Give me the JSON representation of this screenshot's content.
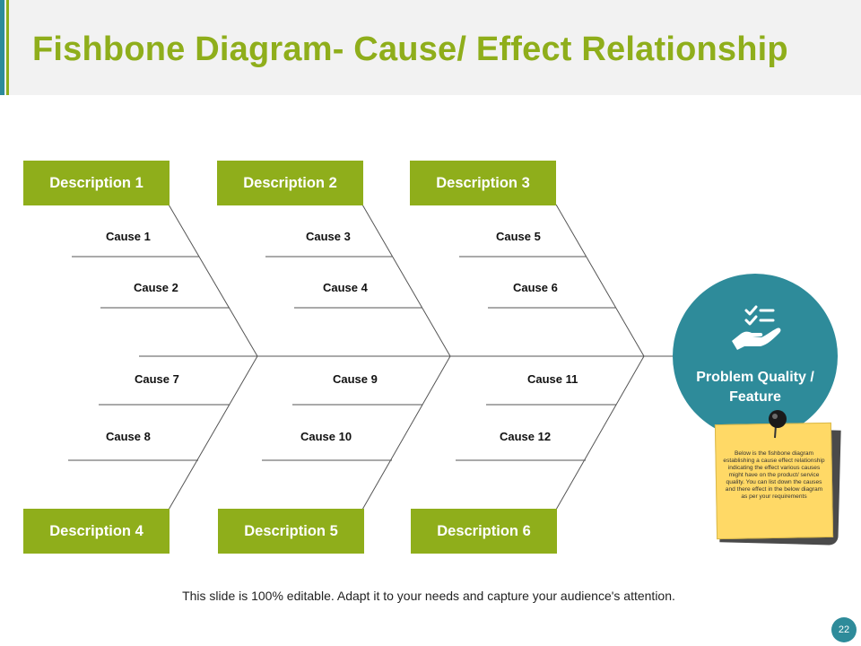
{
  "title": "Fishbone Diagram- Cause/ Effect Relationship",
  "colors": {
    "accent_green": "#8fae1b",
    "accent_teal": "#2e8b9a",
    "note_yellow": "#ffd966"
  },
  "descriptions": [
    "Description 1",
    "Description 2",
    "Description 3",
    "Description 4",
    "Description 5",
    "Description 6"
  ],
  "causes": [
    "Cause 1",
    "Cause 2",
    "Cause 3",
    "Cause 4",
    "Cause 5",
    "Cause 6",
    "Cause 7",
    "Cause 8",
    "Cause 9",
    "Cause 10",
    "Cause 11",
    "Cause 12"
  ],
  "problem": {
    "icon": "checklist-hand-icon",
    "label": "Problem Quality / Feature"
  },
  "note": {
    "icon": "push-pin-icon",
    "text": "Below is the fishbone diagram establishing a cause effect relationship indicating the effect various causes might have on the product/ service quality. You can list down the causes and there effect in the below diagram as per your requirements"
  },
  "footer": "This slide is 100% editable. Adapt it to your needs and capture your audience's attention.",
  "page_number": "22"
}
